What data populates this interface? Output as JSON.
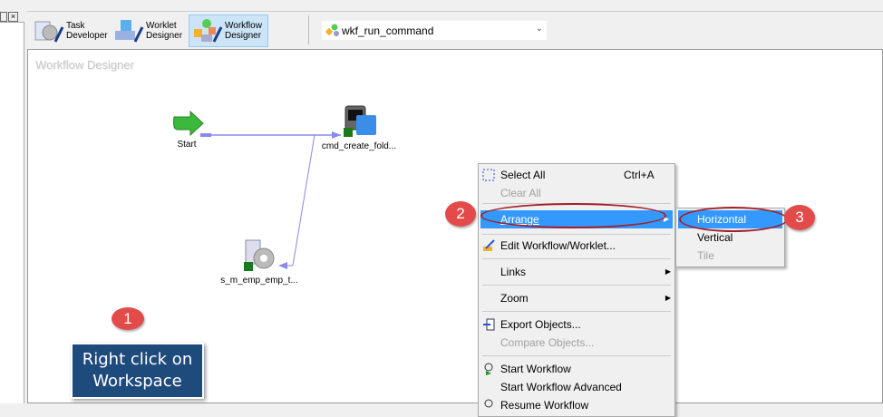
{
  "toolbar": {
    "buttons": [
      {
        "line1": "Task",
        "line2": "Developer"
      },
      {
        "line1": "Worklet",
        "line2": "Designer"
      },
      {
        "line1": "Workflow",
        "line2": "Designer"
      }
    ],
    "workflow_select": "wkf_run_command"
  },
  "canvas": {
    "title": "Workflow Designer",
    "nodes": {
      "start": "Start",
      "cmd": "cmd_create_fold...",
      "session": "s_m_emp_emp_t..."
    }
  },
  "context_menu": {
    "items": [
      {
        "label": "Select All",
        "shortcut": "Ctrl+A"
      },
      {
        "label": "Clear All"
      },
      {
        "label": "Arrange"
      },
      {
        "label": "Edit Workflow/Worklet..."
      },
      {
        "label": "Links"
      },
      {
        "label": "Zoom"
      },
      {
        "label": "Export Objects..."
      },
      {
        "label": "Compare Objects..."
      },
      {
        "label": "Start Workflow"
      },
      {
        "label": "Start Workflow Advanced"
      },
      {
        "label": "Resume Workflow"
      }
    ],
    "submenu": [
      "Horizontal",
      "Vertical",
      "Tile"
    ]
  },
  "annotations": {
    "step1": "1",
    "step2": "2",
    "step3": "3",
    "callout_line1": "Right click on",
    "callout_line2": "Workspace"
  },
  "colors": {
    "highlight": "#3399ff",
    "badge": "#e34b4b",
    "callout": "#1f4a7c"
  }
}
